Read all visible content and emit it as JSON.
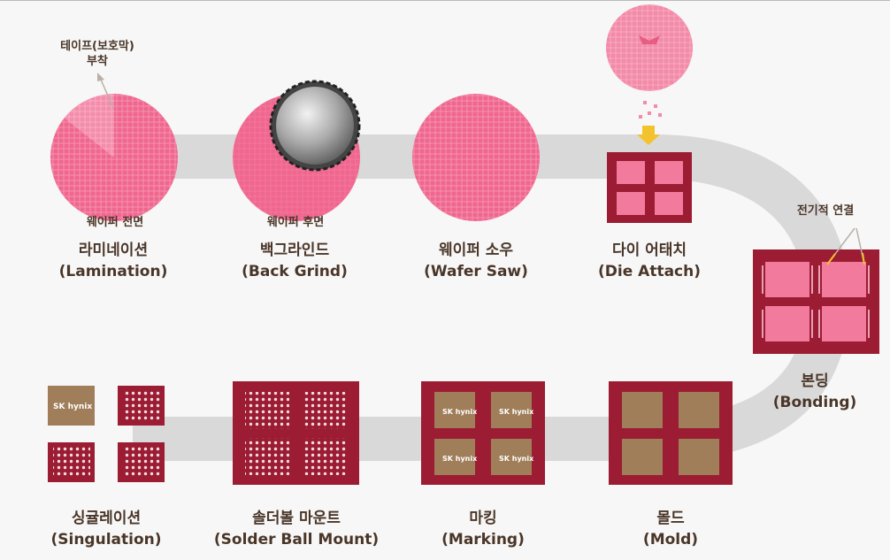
{
  "process_title": "",
  "steps": [
    {
      "ko": "라미네이션",
      "en": "(Lamination)"
    },
    {
      "ko": "백그라인드",
      "en": "(Back Grind)"
    },
    {
      "ko": "웨이퍼 소우",
      "en": "(Wafer Saw)"
    },
    {
      "ko": "다이 어태치",
      "en": "(Die Attach)"
    },
    {
      "ko": "본딩",
      "en": "(Bonding)"
    },
    {
      "ko": "몰드",
      "en": "(Mold)"
    },
    {
      "ko": "마킹",
      "en": "(Marking)"
    },
    {
      "ko": "솔더볼 마운트",
      "en": "(Solder Ball Mount)"
    },
    {
      "ko": "싱귤레이션",
      "en": "(Singulation)"
    }
  ],
  "annotations": {
    "tape_line1": "테이프(보호막)",
    "tape_line2": "부착",
    "wafer_front": "웨이퍼 전면",
    "wafer_back": "웨이퍼 후면",
    "electrical": "전기적 연결"
  },
  "logo_text": "SK hynix",
  "colors": {
    "track": "#d9d9d9",
    "wafer_pink": "#f0668f",
    "board": "#9b1c33",
    "die_pink": "#f27a9c",
    "mold_tan": "#a07e5a",
    "label": "#4a3628"
  }
}
